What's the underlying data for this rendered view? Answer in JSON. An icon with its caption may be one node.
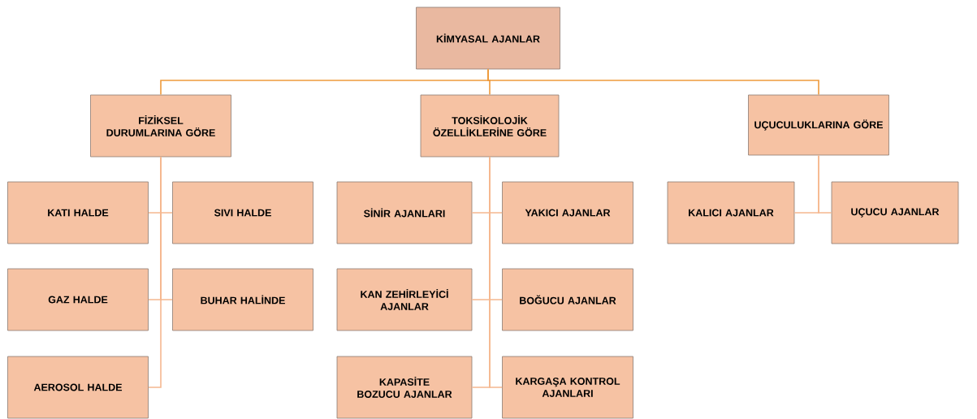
{
  "diagram": {
    "nodes": [
      {
        "text": [
          "KİMYASAL AJANLAR"
        ]
      },
      {
        "text": [
          "FİZİKSEL DURUMLARINA GÖRE"
        ]
      },
      {
        "text": [
          "TOKSİKOLOJİK ÖZELLİKLERİNE GÖRE"
        ]
      },
      {
        "text": [
          "UÇUCULUKLARINA GÖRE"
        ]
      },
      {
        "text": [
          "KATI HALDE"
        ]
      },
      {
        "text": [
          "SIVI HALDE"
        ]
      },
      {
        "text": [
          "GAZ HALDE"
        ]
      },
      {
        "text": [
          "BUHAR HALİNDE"
        ]
      },
      {
        "text": [
          "AEROSOL HALDE"
        ]
      },
      {
        "text": [
          "SİNİR AJANLARI"
        ]
      },
      {
        "text": [
          "YAKICI AJANLAR"
        ]
      },
      {
        "text": [
          "KAN ZEHİRLEYİCİ AJANLAR"
        ]
      },
      {
        "text": [
          "BOĞUCU AJANLAR"
        ]
      },
      {
        "text": [
          "KAPASİTE BOZUCU AJANLAR"
        ]
      },
      {
        "text": [
          "KARGAŞA KONTROL AJANLARI"
        ]
      },
      {
        "text": [
          "KALICI AJANLAR"
        ]
      },
      {
        "text": [
          "UÇUCU AJANLAR"
        ]
      }
    ],
    "edges": [
      {
        "from": 0,
        "to": 1,
        "arrow": "none",
        "color": "#ee9a3c"
      },
      {
        "from": 0,
        "to": 2,
        "arrow": "none",
        "color": "#ee9a3c"
      },
      {
        "from": 0,
        "to": 3,
        "arrow": "none",
        "color": "#ee9a3c"
      },
      {
        "from": 1,
        "to": 4,
        "arrow": "none"
      },
      {
        "from": 1,
        "to": 5,
        "arrow": "none"
      },
      {
        "from": 1,
        "to": 6,
        "arrow": "none"
      },
      {
        "from": 1,
        "to": 7,
        "arrow": "none"
      },
      {
        "from": 1,
        "to": 8,
        "arrow": "none"
      },
      {
        "from": 2,
        "to": 9,
        "arrow": "none"
      },
      {
        "from": 2,
        "to": 10,
        "arrow": "none"
      },
      {
        "from": 2,
        "to": 11,
        "arrow": "none"
      },
      {
        "from": 2,
        "to": 12,
        "arrow": "none"
      },
      {
        "from": 2,
        "to": 13,
        "arrow": "none"
      },
      {
        "from": 2,
        "to": 14,
        "arrow": "none"
      },
      {
        "from": 3,
        "to": 15,
        "arrow": "none"
      },
      {
        "from": 3,
        "to": 16,
        "arrow": "none"
      }
    ]
  }
}
